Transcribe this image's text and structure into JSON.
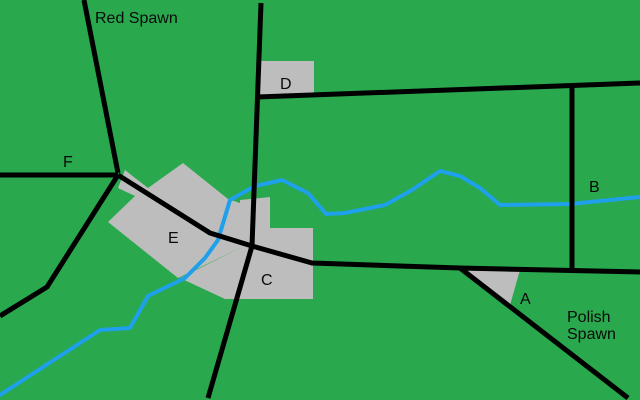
{
  "map": {
    "background_color": "#29a84d",
    "road_color": "#000000",
    "river_color": "#1fa0ea",
    "area_color": "#bdbdbd",
    "labels": {
      "red_spawn": "Red Spawn",
      "polish_spawn": "Polish\nSpawn",
      "A": "A",
      "B": "B",
      "C": "C",
      "D": "D",
      "E": "E",
      "F": "F"
    }
  }
}
